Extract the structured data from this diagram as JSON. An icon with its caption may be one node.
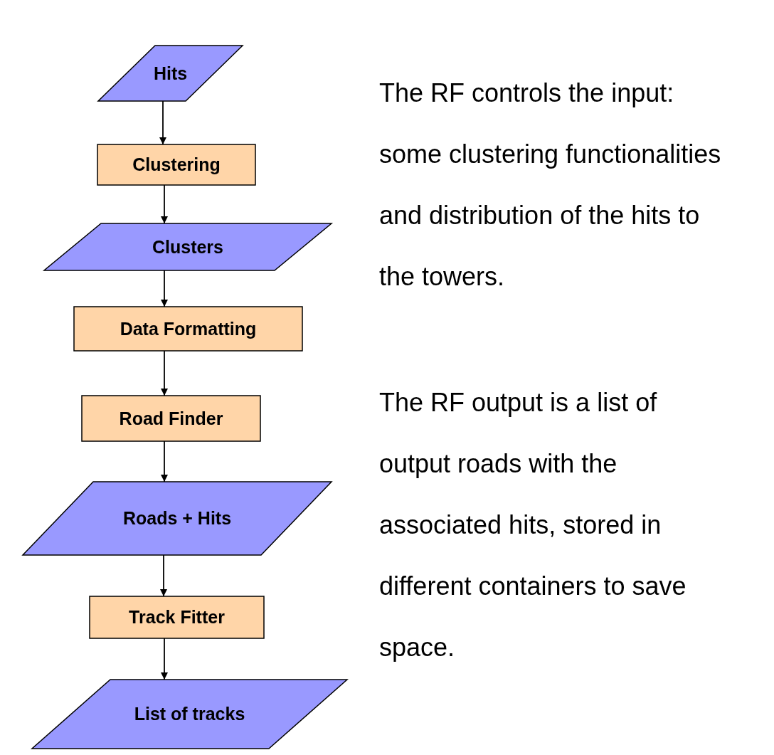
{
  "diagram": {
    "nodes": [
      {
        "text": [
          "Hits"
        ]
      },
      {
        "text": [
          "Clustering"
        ]
      },
      {
        "text": [
          "Clusters"
        ]
      },
      {
        "text": [
          "Data Formatting"
        ]
      },
      {
        "text": [
          "Road Finder"
        ]
      },
      {
        "text": [
          "Roads + Hits"
        ]
      },
      {
        "text": [
          "Track Fitter"
        ]
      },
      {
        "text": [
          "List of tracks"
        ]
      }
    ],
    "edges": [
      {
        "from": 0,
        "to": 1,
        "arrow": "to"
      },
      {
        "from": 1,
        "to": 2,
        "arrow": "to"
      },
      {
        "from": 2,
        "to": 3,
        "arrow": "to"
      },
      {
        "from": 3,
        "to": 4,
        "arrow": "to"
      },
      {
        "from": 4,
        "to": 5,
        "arrow": "to"
      },
      {
        "from": 5,
        "to": 6,
        "arrow": "to"
      },
      {
        "from": 6,
        "to": 7,
        "arrow": "to"
      }
    ],
    "labels": [
      "The RF controls the input: some clustering functionalities and distribution of the hits to the towers.",
      "The RF output is a list of output roads with the associated hits, stored in different containers to save space."
    ]
  }
}
